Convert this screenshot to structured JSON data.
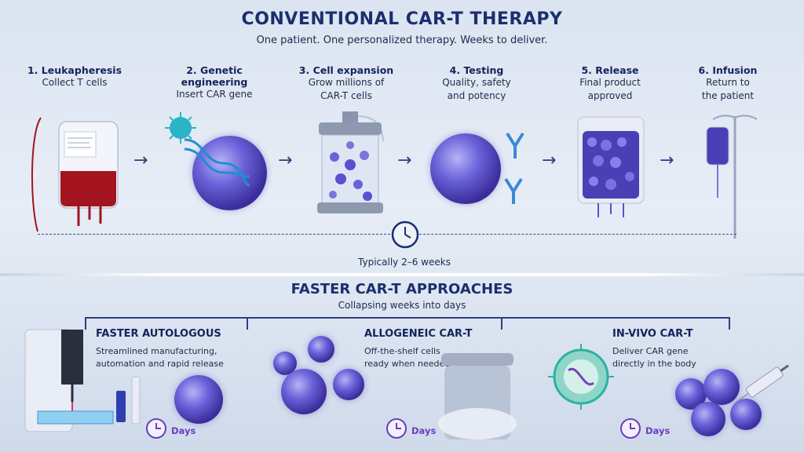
{
  "header": {
    "title": "CONVENTIONAL CAR-T THERAPY",
    "subtitle": "One patient. One personalized therapy. Weeks to deliver."
  },
  "steps": [
    {
      "title": "1. Leukapheresis",
      "desc1": "Collect T cells",
      "desc2": ""
    },
    {
      "title": "2. Genetic engineering",
      "desc1": "Insert CAR gene",
      "desc2": ""
    },
    {
      "title": "3. Cell expansion",
      "desc1": "Grow millions of",
      "desc2": "CAR-T cells"
    },
    {
      "title": "4. Testing",
      "desc1": "Quality, safety",
      "desc2": "and potency"
    },
    {
      "title": "5. Release",
      "desc1": "Final product",
      "desc2": "approved"
    },
    {
      "title": "6. Infusion",
      "desc1": "Return to",
      "desc2": "the patient"
    }
  ],
  "timeline": {
    "label": "Typically 2–6 weeks"
  },
  "faster": {
    "title": "FASTER CAR-T APPROACHES",
    "subtitle": "Collapsing weeks into days",
    "approaches": [
      {
        "title": "FASTER AUTOLOGOUS",
        "desc1": "Streamlined manufacturing,",
        "desc2": "automation and rapid release",
        "days": "Days"
      },
      {
        "title": "ALLOGENEIC CAR-T",
        "desc1": "Off-the-shelf cells",
        "desc2": "ready when needed",
        "days": "Days"
      },
      {
        "title": "IN-VIVO CAR-T",
        "desc1": "Deliver CAR gene",
        "desc2": "directly in the body",
        "days": "Days"
      }
    ]
  },
  "colors": {
    "accent": "#1b2f6e",
    "days": "#6a3fbf",
    "cell": "#5a50d0",
    "blood": "#a3141e"
  }
}
